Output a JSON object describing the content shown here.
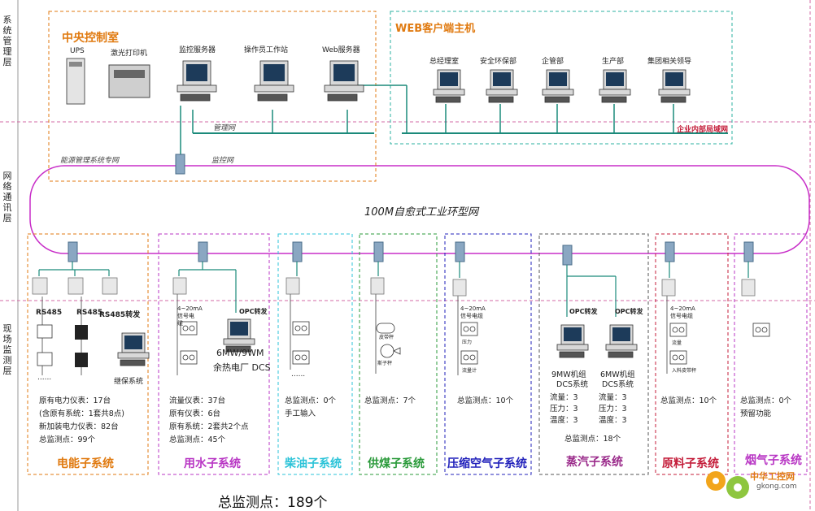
{
  "layers": {
    "management": "系统管理层",
    "network": "网络通讯层",
    "field": "现场监测层"
  },
  "control_room": {
    "title": "中央控制室",
    "ups": "UPS",
    "printer": "激光打印机",
    "monitor_server": "监控服务器",
    "operator_station": "操作员工作站",
    "web_server": "Web服务器",
    "mgmt_net": "管理网",
    "energy_net": "能源管理系统专网",
    "monitor_net": "监控网"
  },
  "web_clients": {
    "title": "WEB客户端主机",
    "clients": [
      "总经理室",
      "安全环保部",
      "企管部",
      "生产部",
      "集团相关领导"
    ],
    "lan": "企业内部局域网"
  },
  "ring": {
    "label": "100M自愈式工业环型网"
  },
  "subsystems": {
    "power": {
      "title": "电能子系统",
      "color": "#e07a10",
      "labels": [
        "RS485",
        "RS485",
        "RS485转发"
      ],
      "ellipsis": "......",
      "pc_label": "继保系统",
      "stats": [
        "原有电力仪表：17台",
        "(含原有系统：1套共8点)",
        "新加装电力仪表：82台",
        "总监测点：99个"
      ]
    },
    "water": {
      "title": "用水子系统",
      "color": "#b836c4",
      "signal": "4~20mA信号电缆",
      "opc": "OPC转发",
      "dcs1": "6MW/9WM",
      "dcs2": "余热电厂 DCS",
      "stats": [
        "流量仪表：37台",
        "原有仪表：6台",
        "原有系统：2套共2个点",
        "总监测点：45个"
      ]
    },
    "diesel": {
      "title": "柴油子系统",
      "color": "#2bc3d8",
      "ellipsis": "......",
      "stats": [
        "总监测点：0个",
        "手工输入"
      ]
    },
    "coal": {
      "title": "供煤子系统",
      "color": "#2a9a3a",
      "meter1": "皮带秤",
      "meter2": "斯子秤",
      "stats": [
        "总监测点：7个"
      ]
    },
    "air": {
      "title": "压缩空气子系统",
      "color": "#2222bb",
      "signal": "4~20mA信号电缆",
      "m1": "压力",
      "m2": "流量计",
      "stats": [
        "总监测点：10个"
      ]
    },
    "steam": {
      "title": "蒸汽子系统",
      "color": "#9a2a8a",
      "opc1": "OPC转发",
      "opc2": "OPC转发",
      "unit1": [
        "9MW机组",
        "DCS系统",
        "流量：3",
        "压力：3",
        "温度：3"
      ],
      "unit2": [
        "6MW机组",
        "DCS系统",
        "流量：3",
        "压力：3",
        "温度：3"
      ],
      "stats": [
        "总监测点：18个"
      ]
    },
    "material": {
      "title": "原料子系统",
      "color": "#c41d3a",
      "signal": "4~20mA信号电缆",
      "m1": "流量",
      "m2": "入料皮带秤",
      "stats": [
        "总监测点：10个"
      ]
    },
    "flue": {
      "title": "烟气子系统",
      "color": "#b836c4",
      "stats": [
        "总监测点：0个",
        "预留功能"
      ]
    }
  },
  "total": "总监测点：189个",
  "watermark": {
    "cn": "中华工控网",
    "url": "gkong.com"
  }
}
